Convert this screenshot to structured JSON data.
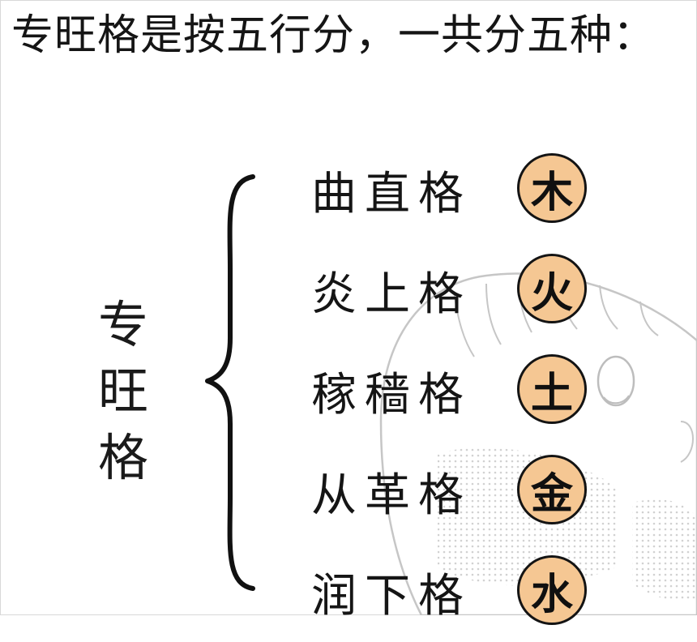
{
  "headline": "专旺格是按五行分，一共分五种：",
  "category": {
    "chars": [
      "专",
      "旺",
      "格"
    ]
  },
  "types": [
    {
      "name": "曲直格",
      "element": "木",
      "element_icon": "wood-element-badge"
    },
    {
      "name": "炎上格",
      "element": "火",
      "element_icon": "fire-element-badge"
    },
    {
      "name": "稼穑格",
      "element": "土",
      "element_icon": "earth-element-badge"
    },
    {
      "name": "从革格",
      "element": "金",
      "element_icon": "metal-element-badge"
    },
    {
      "name": "润下格",
      "element": "水",
      "element_icon": "water-element-badge"
    }
  ],
  "colors": {
    "badge_fill": "#f5c793",
    "ink": "#151515",
    "sketch_line": "#c8c8c8"
  }
}
